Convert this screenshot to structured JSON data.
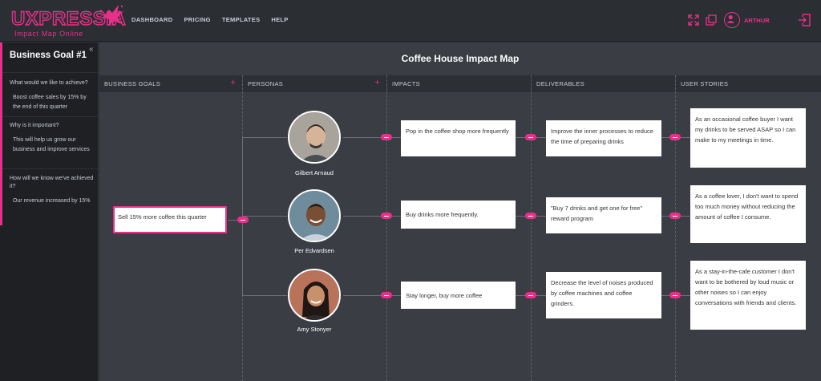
{
  "brand": {
    "name": "UXPRESSIA",
    "subtitle": "Impact Map Online",
    "accent": "#e8308a"
  },
  "nav": {
    "items": [
      "DASHBOARD",
      "PRICING",
      "TEMPLATES",
      "HELP"
    ]
  },
  "header_tools": {
    "icons": [
      "fullscreen-icon",
      "copy-icon",
      "user-avatar-icon",
      "logout-icon"
    ]
  },
  "user": {
    "name": "ARTHUR"
  },
  "sidebar": {
    "title": "Business Goal #1",
    "collapse": "«",
    "sections": [
      {
        "question": "What would we like to achieve?",
        "answer": "Boost coffee sales by 15% by the end of this quarter"
      },
      {
        "question": "Why is it important?",
        "answer": "This will help us grow our business and improve services"
      },
      {
        "question": "How will we know we've achieved it?",
        "answer": "Our revenue increased by 15%"
      }
    ]
  },
  "map": {
    "title": "Coffee House Impact Map",
    "columns": [
      {
        "label": "BUSINESS GOALS",
        "plus": "+"
      },
      {
        "label": "PERSONAS",
        "plus": "+"
      },
      {
        "label": "IMPACTS",
        "plus": ""
      },
      {
        "label": "DELIVERABLES",
        "plus": ""
      },
      {
        "label": "USER STORIES",
        "plus": ""
      }
    ],
    "goal": "Sell 15% more coffee this quarter",
    "rows": [
      {
        "persona": "Gilbert Arnaud",
        "impact": "Pop in the coffee shop more frequently",
        "deliverable": "Improve the inner processes to reduce the time of preparing drinks",
        "story": "As an occasional coffee buyer I want my drinks to be served ASAP so I can make to my meetings in time."
      },
      {
        "persona": "Per Edvardsen",
        "impact": "Buy drinks more frequently.",
        "deliverable": "\"Buy 7 drinks and get one for free\" reward program",
        "story": "As a coffee lover, I don't want to spend too much money without reducing the amount of coffee I consume."
      },
      {
        "persona": "Amy Stonyer",
        "impact": "Stay longer, buy more coffee",
        "deliverable": "Decrease the level of noises produced by coffee machines and coffee grinders.",
        "story": "As a stay-in-the-cafe customer I don't want to be bothered by loud music or other noises so I can enjoy conversations with friends and clients."
      }
    ]
  }
}
